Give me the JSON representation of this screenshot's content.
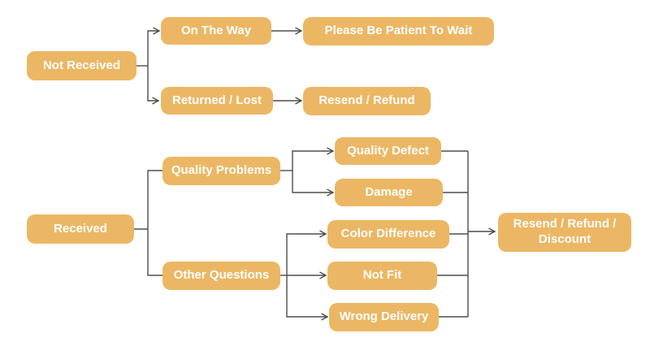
{
  "theme": {
    "bg": "#ffffff",
    "node_color": "#ecb764",
    "node_text": "#ffffff",
    "line_color": "#4d4d4d"
  },
  "diagram": {
    "type": "flowchart",
    "nodes": {
      "not_received": "Not Received",
      "on_the_way": "On The Way",
      "please_be_patient": "Please Be Patient To Wait",
      "returned_lost": "Returned / Lost",
      "resend_refund": "Resend / Refund",
      "received": "Received",
      "quality_problems": "Quality Problems",
      "other_questions": "Other Questions",
      "quality_defect": "Quality Defect",
      "damage": "Damage",
      "color_difference": "Color Difference",
      "not_fit": "Not Fit",
      "wrong_delivery": "Wrong Delivery",
      "resend_refund_discount": "Resend / Refund / Discount"
    },
    "edges": [
      {
        "from": "not_received",
        "to": "on_the_way",
        "arrow": true
      },
      {
        "from": "not_received",
        "to": "returned_lost",
        "arrow": true
      },
      {
        "from": "on_the_way",
        "to": "please_be_patient",
        "arrow": true
      },
      {
        "from": "returned_lost",
        "to": "resend_refund",
        "arrow": true
      },
      {
        "from": "received",
        "to": "quality_problems",
        "arrow": false
      },
      {
        "from": "received",
        "to": "other_questions",
        "arrow": false
      },
      {
        "from": "quality_problems",
        "to": "quality_defect",
        "arrow": true
      },
      {
        "from": "quality_problems",
        "to": "damage",
        "arrow": true
      },
      {
        "from": "other_questions",
        "to": "color_difference",
        "arrow": true
      },
      {
        "from": "other_questions",
        "to": "not_fit",
        "arrow": true
      },
      {
        "from": "other_questions",
        "to": "wrong_delivery",
        "arrow": true
      },
      {
        "from": "quality_defect",
        "to": "resend_refund_discount",
        "arrow": true
      },
      {
        "from": "damage",
        "to": "resend_refund_discount",
        "arrow": true
      },
      {
        "from": "color_difference",
        "to": "resend_refund_discount",
        "arrow": true
      },
      {
        "from": "not_fit",
        "to": "resend_refund_discount",
        "arrow": true
      },
      {
        "from": "wrong_delivery",
        "to": "resend_refund_discount",
        "arrow": true
      }
    ]
  }
}
